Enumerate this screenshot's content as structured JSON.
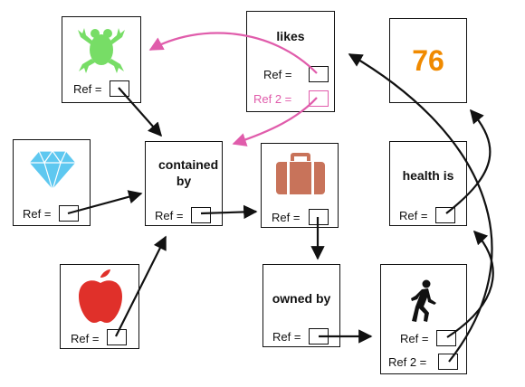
{
  "nodes": {
    "frog": {
      "ref_label": "Ref ="
    },
    "diamond": {
      "ref_label": "Ref ="
    },
    "apple": {
      "ref_label": "Ref ="
    },
    "contained": {
      "title": "contained by",
      "ref_label": "Ref ="
    },
    "likes": {
      "title": "likes",
      "ref_label": "Ref =",
      "ref2_label": "Ref 2 ="
    },
    "suitcase": {
      "ref_label": "Ref ="
    },
    "owned": {
      "title": "owned by",
      "ref_label": "Ref ="
    },
    "health_value": {
      "value": "76"
    },
    "health": {
      "title": "health is",
      "ref_label": "Ref ="
    },
    "walker": {
      "ref_label": "Ref =",
      "ref2_label": "Ref 2 ="
    }
  },
  "colors": {
    "arrow": "#111111",
    "highlight": "#e05cab",
    "value": "#f08a00",
    "frog": "#77dd66",
    "diamond": "#5ec8f0",
    "apple": "#e0302a",
    "suitcase": "#c8735a"
  },
  "icons": [
    "frog-icon",
    "diamond-icon",
    "apple-icon",
    "suitcase-icon",
    "walking-person-icon"
  ]
}
